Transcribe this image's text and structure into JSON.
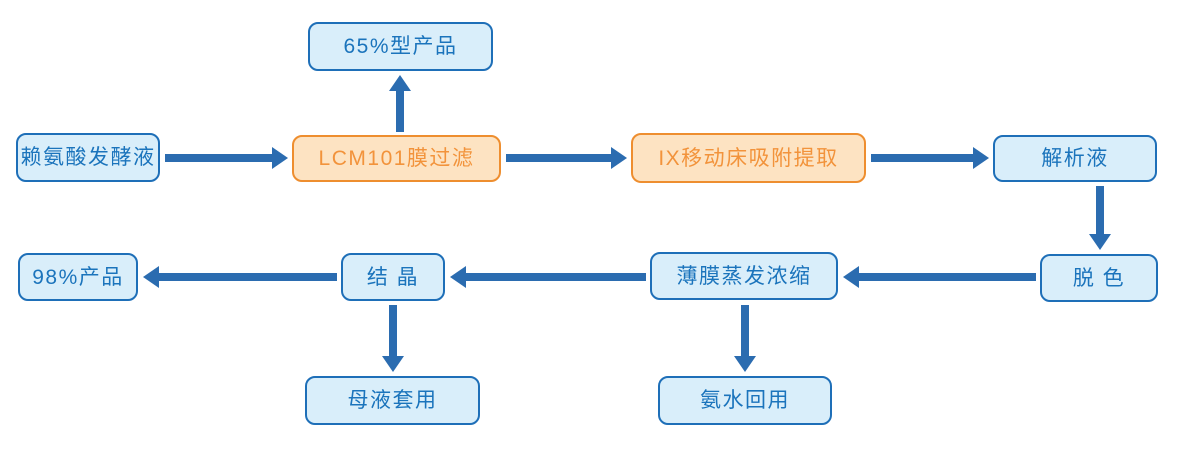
{
  "theme": {
    "blue_fill": "#D9EEFA",
    "blue_border": "#1E6FB8",
    "blue_text": "#1B74BC",
    "orange_fill": "#FDE3C2",
    "orange_border": "#EE8E2F",
    "orange_text": "#F2933B",
    "arrow": "#2B6CB0",
    "background": "#FFFFFF"
  },
  "diagram": {
    "type": "flowchart",
    "nodes": [
      {
        "id": "lysine-fermentation-broth",
        "label": "赖氨酸发酵液",
        "style": "blue"
      },
      {
        "id": "lcm101-membrane-filtration",
        "label": "LCM101膜过滤",
        "style": "orange"
      },
      {
        "id": "ix-moving-bed-adsorption",
        "label": "IX移动床吸附提取",
        "style": "orange"
      },
      {
        "id": "analytic-solution",
        "label": "解析液",
        "style": "blue"
      },
      {
        "id": "product-65",
        "label": "65%型产品",
        "style": "blue"
      },
      {
        "id": "product-98",
        "label": "98%产品",
        "style": "blue"
      },
      {
        "id": "crystallization",
        "label": "结 晶",
        "style": "blue"
      },
      {
        "id": "thin-film-evaporation",
        "label": "薄膜蒸发浓缩",
        "style": "blue"
      },
      {
        "id": "decolorization",
        "label": "脱 色",
        "style": "blue"
      },
      {
        "id": "mother-liquor-reuse",
        "label": "母液套用",
        "style": "blue"
      },
      {
        "id": "ammonia-water-recycle",
        "label": "氨水回用",
        "style": "blue"
      }
    ],
    "edges": [
      {
        "from": "赖氨酸发酵液",
        "to": "LCM101膜过滤",
        "direction": "right"
      },
      {
        "from": "LCM101膜过滤",
        "to": "65%型产品",
        "direction": "up"
      },
      {
        "from": "LCM101膜过滤",
        "to": "IX移动床吸附提取",
        "direction": "right"
      },
      {
        "from": "IX移动床吸附提取",
        "to": "解析液",
        "direction": "right"
      },
      {
        "from": "解析液",
        "to": "脱 色",
        "direction": "down"
      },
      {
        "from": "脱 色",
        "to": "薄膜蒸发浓缩",
        "direction": "left"
      },
      {
        "from": "薄膜蒸发浓缩",
        "to": "结 晶",
        "direction": "left"
      },
      {
        "from": "结 晶",
        "to": "98%产品",
        "direction": "left"
      },
      {
        "from": "结 晶",
        "to": "母液套用",
        "direction": "down"
      },
      {
        "from": "薄膜蒸发浓缩",
        "to": "氨水回用",
        "direction": "down"
      }
    ]
  }
}
